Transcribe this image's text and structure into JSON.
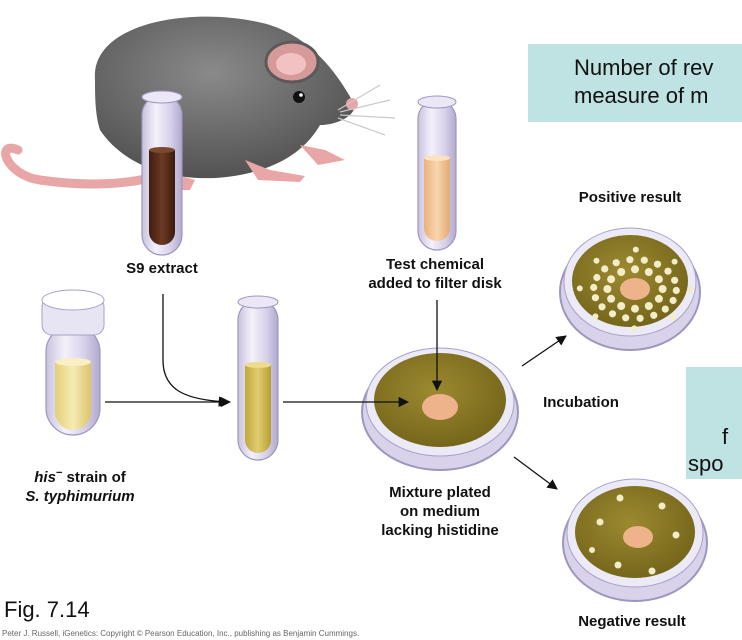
{
  "labels": {
    "s9_extract": "S9 extract",
    "test_chemical_line1": "Test chemical",
    "test_chemical_line2": "added to filter disk",
    "positive_result": "Positive result",
    "negative_result": "Negative result",
    "incubation": "Incubation",
    "strain_line1_prefix": "his",
    "strain_line1_sup": "−",
    "strain_line1_suffix": " strain of",
    "strain_line2": "S. typhimurium",
    "mixture_line1": "Mixture plated",
    "mixture_line2": "on medium",
    "mixture_line3": "lacking histidine"
  },
  "callouts": {
    "top_line1": "Number of rev",
    "top_line2": "measure of m",
    "mid_line1": "f",
    "mid_line2": "spo"
  },
  "figure_caption": "Fig. 7.14",
  "copyright": "Peter J. Russell, iGenetics: Copyright © Pearson Education, Inc., publishing as Benjamin Cummings.",
  "colors": {
    "callout_bg": "#bfe2e3",
    "agar": "#8a7a28",
    "tube_glass": "#d9d3ea",
    "s9_liquid": "#5a2e1c",
    "chemical_liquid": "#f3c79a",
    "bacteria_liquid": "#efdf94",
    "mixture_liquid": "#d4c058",
    "filter_disk": "#eeb38a",
    "colony": "#f2ecc8",
    "mouse_body": "#6e6e6e"
  }
}
